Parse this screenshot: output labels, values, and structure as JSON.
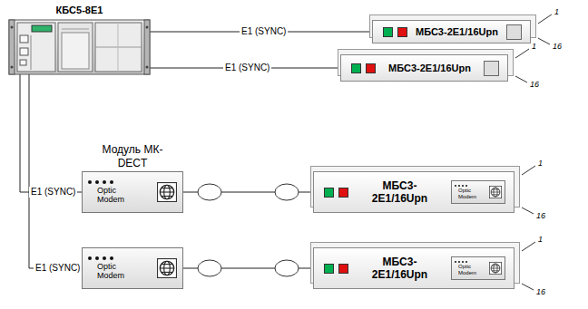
{
  "diagram": {
    "nodes": [
      {
        "text": [
          "КБС5-8E1"
        ]
      },
      {
        "text": [
          "МБС3-2E1/16Upn"
        ]
      },
      {
        "text": [
          "МБС3-2E1/16Upn"
        ]
      },
      {
        "text": [
          "Модуль МК-DECT",
          "Optic Modem"
        ]
      },
      {
        "text": [
          "МБС3- 2E1/16Upn"
        ]
      },
      {
        "text": [
          "Optic Modem"
        ],
        "in": 4
      },
      {
        "text": [
          "Optic Modem"
        ]
      },
      {
        "text": [
          "МБС3- 2E1/16Upn"
        ]
      },
      {
        "text": [
          "Optic Modem"
        ],
        "in": 7
      }
    ],
    "edges": [
      {
        "from": 0,
        "to": 1,
        "label": "E1 (SYNC)",
        "arrow": "none"
      },
      {
        "from": 0,
        "to": 2,
        "label": "E1 (SYNC)",
        "arrow": "none"
      },
      {
        "from": 0,
        "to": 3,
        "label": "E1 (SYNC)",
        "arrow": "none"
      },
      {
        "from": 0,
        "to": 6,
        "label": "E1 (SYNC)",
        "arrow": "none"
      },
      {
        "from": 3,
        "to": 4,
        "arrow": "none"
      },
      {
        "from": 6,
        "to": 7,
        "arrow": "none"
      }
    ],
    "labels": [
      "1",
      "16",
      "1",
      "16",
      "1",
      "16",
      "1",
      "16"
    ]
  }
}
